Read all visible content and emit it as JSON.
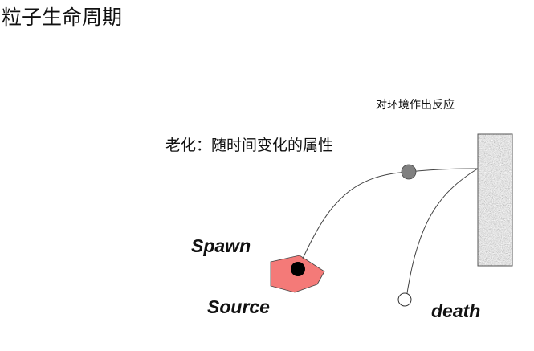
{
  "slide": {
    "title": "粒子生命周期",
    "react_label": "对环境作出反应",
    "aging_label": "老化：随时间变化的属性",
    "spawn_label": "Spawn",
    "source_label": "Source",
    "death_label": "death"
  },
  "colors": {
    "source_fill": "#f47a78",
    "particle_alive": "#000000",
    "particle_aging": "#808080",
    "particle_dead": "#ffffff",
    "wall": "#9a9a9a"
  }
}
